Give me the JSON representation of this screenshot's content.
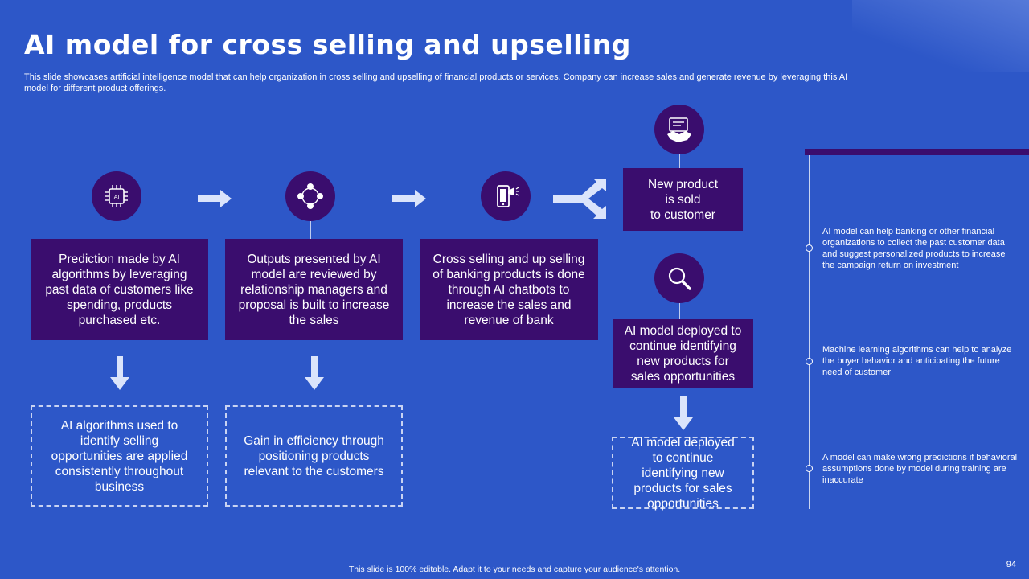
{
  "title": "AI model for cross selling and upselling",
  "subtitle": "This slide showcases artificial intelligence model that can help organization in cross selling and upselling of financial products or services. Company can increase sales and generate revenue by leveraging this AI model for different product offerings.",
  "steps": [
    {
      "icon": "ai-chip-icon",
      "chip_label": "AI",
      "text": "Prediction made by AI algorithms by leveraging past data of customers like spending, products purchased etc.",
      "result": "AI algorithms used to identify selling opportunities are applied consistently throughout business"
    },
    {
      "icon": "people-network-icon",
      "text": "Outputs presented by AI model are reviewed by relationship managers and proposal is built to increase the sales",
      "result": "Gain in efficiency through positioning products relevant to the customers"
    },
    {
      "icon": "mobile-chatbot-icon",
      "text": "Cross selling and up selling of banking products is done through AI chatbots to increase the sales and revenue of bank"
    }
  ],
  "outcomes": {
    "sold": {
      "icon": "handshake-icon",
      "text": "New product\nis sold\nto customer"
    },
    "deployed": {
      "icon": "magnifier-icon",
      "text": "AI model deployed to continue identifying new products for sales opportunities",
      "result": "AI model deployed to continue identifying new products for sales opportunities"
    }
  },
  "side_notes": [
    "AI model can help banking or other financial organizations to collect the past customer data and suggest personalized products to increase the campaign return on investment",
    "Machine learning algorithms can help to analyze the buyer behavior and anticipating the future need of customer",
    "A model can make wrong predictions if behavioral assumptions done by model during training are inaccurate"
  ],
  "footer": "This slide is 100% editable. Adapt it to your needs and capture your audience's attention.",
  "page_number": "94",
  "colors": {
    "background": "#2d57c8",
    "box": "#3a0d6e",
    "arrow": "#dbe4fb"
  }
}
